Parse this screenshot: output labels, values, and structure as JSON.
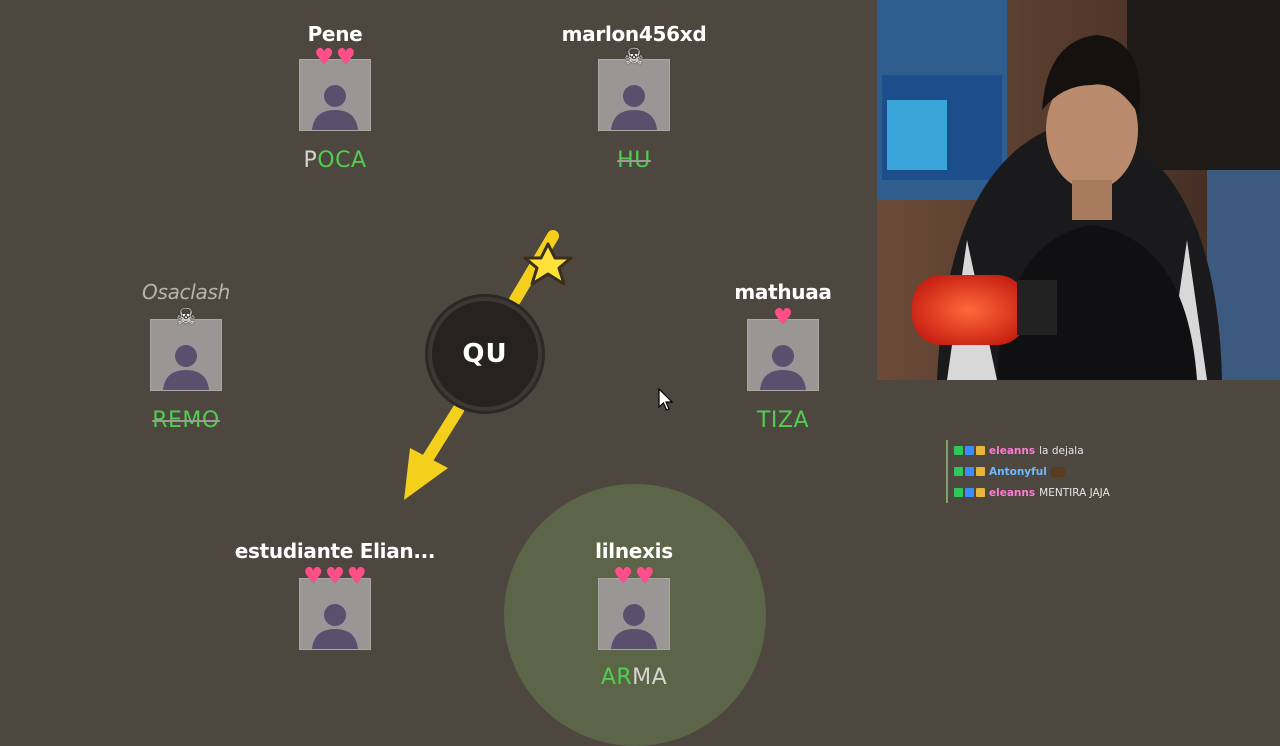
{
  "game": {
    "bomb_syllable": "QU"
  },
  "players": [
    {
      "name": "Pene",
      "lives": 2,
      "dead": false,
      "word_typed": "P",
      "word_rest": "OCA",
      "crossed": false
    },
    {
      "name": "marlon456xd",
      "lives": 0,
      "dead": true,
      "word_typed": "",
      "word_rest": "HU",
      "crossed": true
    },
    {
      "name": "Osaclash",
      "lives": 0,
      "dead": true,
      "word_typed": "",
      "word_rest": "REMO",
      "crossed": true
    },
    {
      "name": "mathuaa",
      "lives": 1,
      "dead": false,
      "word_typed": "",
      "word_rest": "TIZA",
      "crossed": false
    },
    {
      "name": "estudiante Elian...",
      "lives": 3,
      "dead": false,
      "word_typed": "",
      "word_rest": "",
      "crossed": false
    },
    {
      "name": "lilnexis",
      "lives": 2,
      "dead": false,
      "word_typed": "AR",
      "word_rest": "MA",
      "crossed": false
    }
  ],
  "icons": {
    "heart": "♥",
    "skull": "☠"
  },
  "chat": [
    {
      "user": "eleanns",
      "user_color": "#ff7bd0",
      "message": "la dejala"
    },
    {
      "user": "Antonyful",
      "user_color": "#6fb8ff",
      "message": ""
    },
    {
      "user": "eleanns",
      "user_color": "#ff7bd0",
      "message": "MENTIRA JAJA"
    }
  ],
  "colors": {
    "background": "#4d4740",
    "word_correct": "#4fcf4f",
    "heart": "#ff4f8a",
    "arrow": "#f4d01c"
  }
}
